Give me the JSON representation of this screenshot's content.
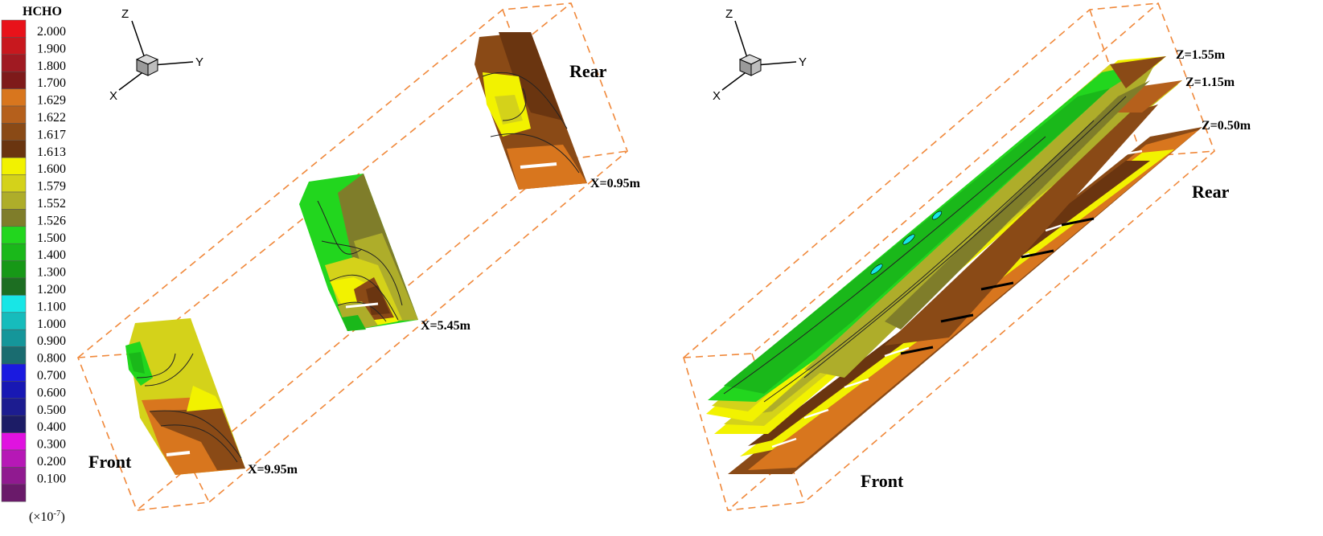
{
  "legend": {
    "title": "HCHO",
    "unit": "(×10",
    "unit_exp": "-7",
    "unit_close": ")",
    "levels": [
      {
        "value": "2.000",
        "color": "#e8121a"
      },
      {
        "value": "1.900",
        "color": "#c8181e"
      },
      {
        "value": "1.800",
        "color": "#a01a22"
      },
      {
        "value": "1.700",
        "color": "#7e1a1a"
      },
      {
        "value": "1.629",
        "color": "#d8761e"
      },
      {
        "value": "1.622",
        "color": "#b5601c"
      },
      {
        "value": "1.617",
        "color": "#8a4a16"
      },
      {
        "value": "1.613",
        "color": "#6a3510"
      },
      {
        "value": "1.600",
        "color": "#f2f200"
      },
      {
        "value": "1.579",
        "color": "#d4d21a"
      },
      {
        "value": "1.552",
        "color": "#aead2a"
      },
      {
        "value": "1.526",
        "color": "#7f7d2a"
      },
      {
        "value": "1.500",
        "color": "#22d61e"
      },
      {
        "value": "1.400",
        "color": "#1ab81a"
      },
      {
        "value": "1.300",
        "color": "#179817"
      },
      {
        "value": "1.200",
        "color": "#1d6e22"
      },
      {
        "value": "1.100",
        "color": "#18e6e6"
      },
      {
        "value": "1.000",
        "color": "#16bcbc"
      },
      {
        "value": "0.900",
        "color": "#15969a"
      },
      {
        "value": "0.800",
        "color": "#1a6c70"
      },
      {
        "value": "0.700",
        "color": "#1a1ae0"
      },
      {
        "value": "0.600",
        "color": "#1818b4"
      },
      {
        "value": "0.500",
        "color": "#1c1c90"
      },
      {
        "value": "0.400",
        "color": "#1c1c66"
      },
      {
        "value": "0.300",
        "color": "#e012e0"
      },
      {
        "value": "0.200",
        "color": "#b618b6"
      },
      {
        "value": "0.100",
        "color": "#901a90"
      },
      {
        "value": "",
        "color": "#6a1a6a"
      }
    ]
  },
  "left_panel": {
    "triad": {
      "z": "Z",
      "y": "Y",
      "x": "X"
    },
    "front_label": "Front",
    "rear_label": "Rear",
    "slices": [
      "X=9.95m",
      "X=5.45m",
      "X=0.95m"
    ]
  },
  "right_panel": {
    "triad": {
      "z": "Z",
      "y": "Y",
      "x": "X"
    },
    "front_label": "Front",
    "rear_label": "Rear",
    "slices": [
      "Z=1.55m",
      "Z=1.15m",
      "Z=0.50m"
    ]
  },
  "colors": {
    "box_outline": "#f0883a",
    "brown_dark": "#6a3510",
    "brown": "#8a4a16",
    "orange": "#d8761e",
    "yellow": "#f2f200",
    "olive": "#aead2a",
    "olive_dark": "#7f7d2a",
    "green": "#22d61e",
    "green_mid": "#1ab81a"
  }
}
